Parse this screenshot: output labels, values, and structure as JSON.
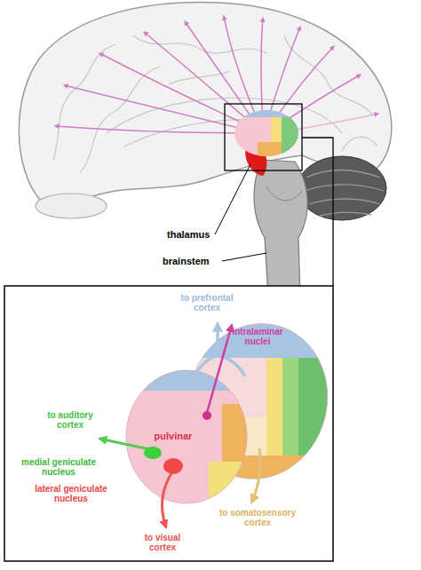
{
  "diagram": {
    "nodes": [
      {
        "text": [
          "pulvinar"
        ]
      },
      {
        "text": [
          "medial geniculate nucleus"
        ]
      },
      {
        "text": [
          "lateral geniculate nucleus"
        ]
      },
      {
        "text": [
          "intralaminar nuclei"
        ]
      }
    ],
    "labels": [
      "thalamus",
      "brainstem",
      "to prefrontal cortex",
      "to auditory cortex",
      "to visual cortex",
      "to somatosensory cortex"
    ]
  }
}
